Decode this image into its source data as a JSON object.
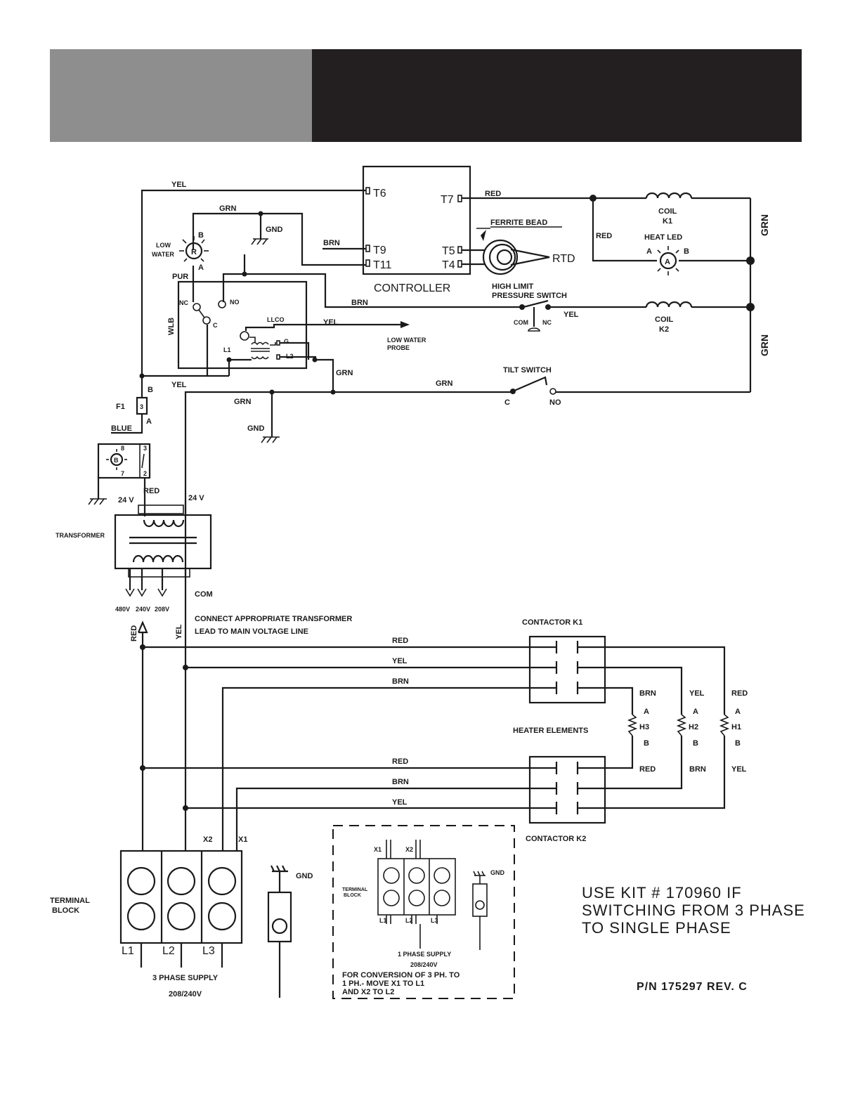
{
  "header": {
    "left_color": "#8e8e8e",
    "right_color": "#231f20"
  },
  "controller": {
    "title": "CONTROLLER",
    "terminals": {
      "t6": "T6",
      "t7": "T7",
      "t9": "T9",
      "t11": "T11",
      "t5": "T5",
      "t4": "T4"
    }
  },
  "wires": {
    "yel": "YEL",
    "grn": "GRN",
    "brn": "BRN",
    "red": "RED",
    "pur": "PUR",
    "blue": "BLUE",
    "com": "COM"
  },
  "components": {
    "gnd": "GND",
    "low_water_1": "LOW",
    "low_water_2": "WATER",
    "r": "R",
    "a": "A",
    "b": "B",
    "wlb": "WLB",
    "nc": "NC",
    "no": "NO",
    "c": "C",
    "llco": "LLCO",
    "g": "G",
    "l1": "L1",
    "l2": "L2",
    "l3": "L3",
    "low_water_probe_1": "LOW WATER",
    "low_water_probe_2": "PROBE",
    "ferrite_bead": "FERRITE BEAD",
    "rtd": "RTD",
    "coil_k1_1": "COIL",
    "coil_k1_2": "K1",
    "coil_k2_1": "COIL",
    "coil_k2_2": "K2",
    "heat_led": "HEAT LED",
    "high_limit_1": "HIGH LIMIT",
    "high_limit_2": "PRESSURE SWITCH",
    "tilt_switch": "TILT SWITCH",
    "f1": "F1",
    "fuse_num": "3",
    "transformer": "TRANSFORMER",
    "v24": "24 V",
    "v480": "480V",
    "v240": "240V",
    "v208": "208V",
    "sw_pins": {
      "p8": "8",
      "p7": "7",
      "p3": "3",
      "p2": "2"
    }
  },
  "notes": {
    "connect_1": "CONNECT APPROPRIATE TRANSFORMER",
    "connect_2": "LEAD TO MAIN VOLTAGE LINE",
    "heater_elements": "HEATER ELEMENTS",
    "contactor_k1": "CONTACTOR K1",
    "contactor_k2": "CONTACTOR K2",
    "h1": "H1",
    "h2": "H2",
    "h3": "H3",
    "x1": "X1",
    "x2": "X2",
    "terminal_block_1": "TERMINAL",
    "terminal_block_2": "BLOCK",
    "supply_3ph_1": "3 PHASE SUPPLY",
    "supply_3ph_2": "208/240V",
    "supply_1ph_1": "1 PHASE SUPPLY",
    "supply_1ph_2": "208/240V",
    "conversion_1": "FOR CONVERSION OF 3 PH. TO",
    "conversion_2": "1 PH.- MOVE X1 TO L1",
    "conversion_3": "AND X2 TO L2",
    "kit_1": "USE KIT # 170960 IF",
    "kit_2": "SWITCHING FROM 3 PHASE",
    "kit_3": "TO SINGLE PHASE",
    "part_number": "P/N 175297 REV. C"
  }
}
